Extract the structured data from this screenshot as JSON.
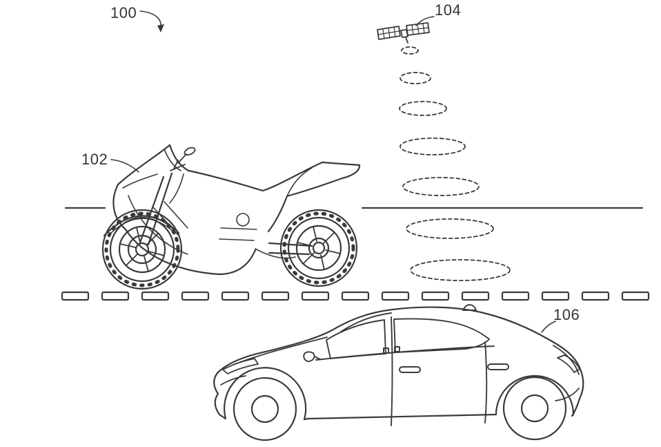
{
  "figure": {
    "type": "patent-line-drawing",
    "labels": {
      "ref_100": "100",
      "ref_102": "102",
      "ref_104": "104",
      "ref_106": "106"
    },
    "colors": {
      "ink": "#3a3a3a",
      "label_text": "#333333",
      "background": "#ffffff"
    },
    "icons": {
      "satellite": "satellite-icon",
      "signal_waves": "signal-waves",
      "motorcycle": "motorcycle-icon",
      "car": "car-icon"
    }
  }
}
